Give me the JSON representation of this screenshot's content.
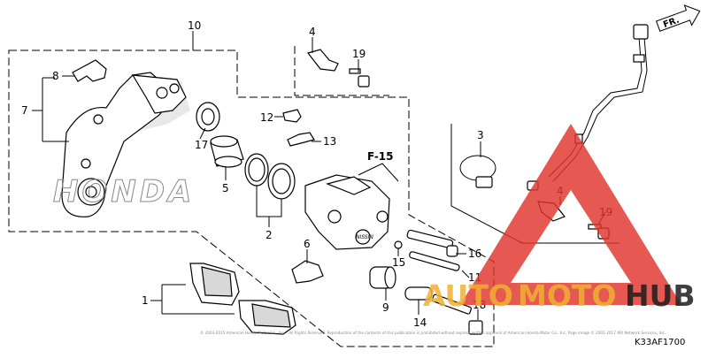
{
  "diagram": {
    "ref_code": "K33AF1700",
    "direction_label": "FR.",
    "section_ref": "F-15",
    "copyright": "© 2003-2015 American Honda Motor Co., Inc. - All Rights Reserved. Reproduction of the contents of this publication is prohibited without express written approval of American Honda Motor Co., Inc. Page image © 2001-2017 ARI Network Services, Inc.",
    "logo_text": "HONDA",
    "pad_text": "NISSIN",
    "callouts": [
      "10",
      "4",
      "19",
      "8",
      "7",
      "12",
      "13",
      "17",
      "5",
      "2",
      "F-15",
      "3",
      "4",
      "19",
      "6",
      "15",
      "16",
      "11",
      "9",
      "14",
      "18",
      "1"
    ],
    "watermark": {
      "brand_a": "AUTO",
      "brand_b": "MOTO",
      "brand_c": "HUB",
      "color_red": "#e0342c",
      "color_gold": "#f0b132",
      "color_dark": "#1e1e1e"
    }
  }
}
